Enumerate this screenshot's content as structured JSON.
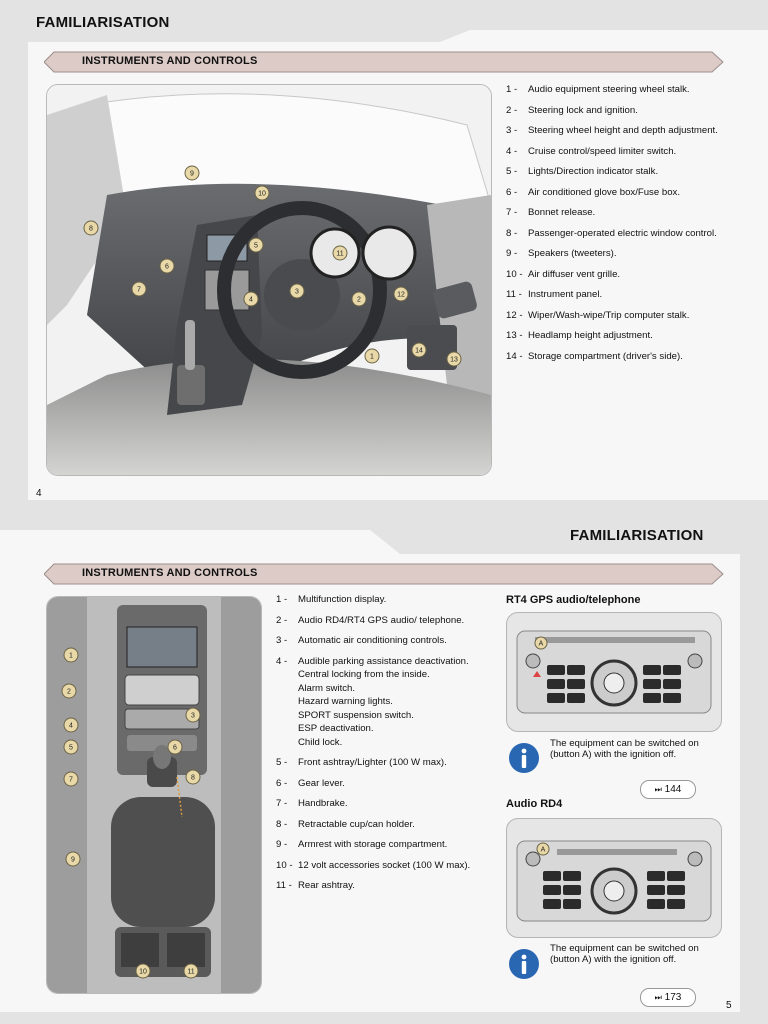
{
  "page_top": {
    "title": "FAMILIARISATION",
    "banner": "INSTRUMENTS AND CONTROLS",
    "page_number": "4",
    "items": [
      {
        "num": "1 -",
        "lines": [
          "Audio equipment steering wheel stalk."
        ]
      },
      {
        "num": "2 -",
        "lines": [
          "Steering lock and ignition."
        ]
      },
      {
        "num": "3 -",
        "lines": [
          "Steering wheel height and depth adjustment."
        ]
      },
      {
        "num": "4 -",
        "lines": [
          "Cruise control/speed limiter switch."
        ]
      },
      {
        "num": "5 -",
        "lines": [
          "Lights/Direction indicator stalk."
        ]
      },
      {
        "num": "6 -",
        "lines": [
          "Air conditioned glove box/Fuse box."
        ]
      },
      {
        "num": "7 -",
        "lines": [
          "Bonnet release."
        ]
      },
      {
        "num": "8 -",
        "lines": [
          "Passenger-operated electric window control."
        ]
      },
      {
        "num": "9 -",
        "lines": [
          "Speakers (tweeters)."
        ]
      },
      {
        "num": "10 -",
        "lines": [
          "Air diffuser vent grille."
        ]
      },
      {
        "num": "11 -",
        "lines": [
          "Instrument panel."
        ]
      },
      {
        "num": "12 -",
        "lines": [
          "Wiper/Wash-wipe/Trip computer stalk."
        ]
      },
      {
        "num": "13 -",
        "lines": [
          "Headlamp height adjustment."
        ]
      },
      {
        "num": "14 -",
        "lines": [
          "Storage compartment (driver's side)."
        ]
      }
    ],
    "callouts": [
      "1",
      "2",
      "3",
      "4",
      "5",
      "6",
      "7",
      "8",
      "9",
      "10",
      "11",
      "12",
      "13",
      "14"
    ]
  },
  "page_bottom": {
    "title": "FAMILIARISATION",
    "banner": "INSTRUMENTS AND CONTROLS",
    "page_number": "5",
    "items": [
      {
        "num": "1 -",
        "lines": [
          "Multifunction display."
        ]
      },
      {
        "num": "2 -",
        "lines": [
          "Audio RD4/RT4 GPS audio/ telephone."
        ]
      },
      {
        "num": "3 -",
        "lines": [
          "Automatic air conditioning controls."
        ]
      },
      {
        "num": "4 -",
        "lines": [
          "Audible parking assistance deactivation.",
          "Central locking from the inside.",
          "Alarm switch.",
          "Hazard warning lights.",
          "SPORT suspension switch.",
          "ESP deactivation.",
          "Child lock."
        ]
      },
      {
        "num": "5 -",
        "lines": [
          "Front ashtray/Lighter (100 W max)."
        ]
      },
      {
        "num": "6 -",
        "lines": [
          "Gear lever."
        ]
      },
      {
        "num": "7 -",
        "lines": [
          "Handbrake."
        ]
      },
      {
        "num": "8 -",
        "lines": [
          "Retractable cup/can holder."
        ]
      },
      {
        "num": "9 -",
        "lines": [
          "Armrest with storage compartment."
        ]
      },
      {
        "num": "10 -",
        "lines": [
          "12 volt accessories socket (100 W max)."
        ]
      },
      {
        "num": "11 -",
        "lines": [
          "Rear ashtray."
        ]
      }
    ],
    "callouts": [
      "1",
      "2",
      "3",
      "4",
      "5",
      "6",
      "7",
      "8",
      "9",
      "10",
      "11"
    ],
    "rt4": {
      "heading": "RT4 GPS audio/telephone",
      "button_label": "A",
      "info": "The equipment can be switched on (button A) with the ignition off.",
      "ref": "144"
    },
    "rd4": {
      "heading": "Audio RD4",
      "button_label": "A",
      "info": "The equipment can be switched on (button A) with the ignition off.",
      "ref": "173"
    }
  },
  "icons": {
    "info": "info-icon",
    "page_ref": "skip-forward-icon"
  },
  "colors": {
    "banner_fill": "#dccbc6",
    "callout_fill": "#e9d9a8",
    "info_blue": "#2a67b3"
  }
}
